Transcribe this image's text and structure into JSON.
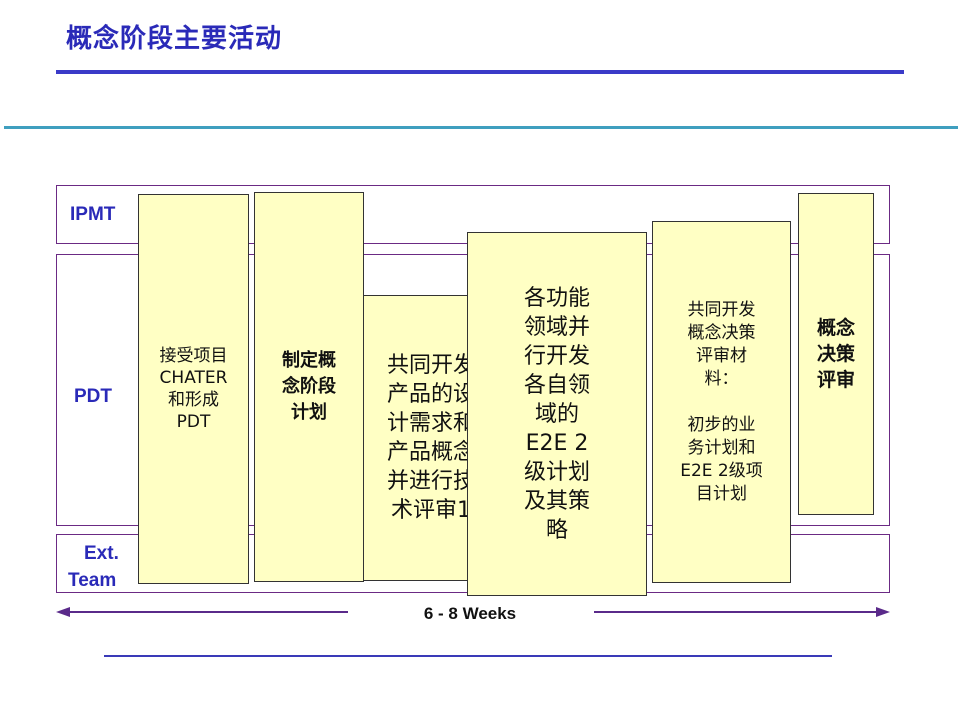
{
  "title": "概念阶段主要活动",
  "lanes": {
    "ipmt": "IPMT",
    "pdt": "PDT",
    "ext_line1": "Ext.",
    "ext_line2": "Team"
  },
  "activities": [
    {
      "text": "接受项目\nCHATER\n和形成\nPDT"
    },
    {
      "text": "制定概\n念阶段\n计划"
    },
    {
      "text": "共同开发\n产品的设\n计需求和\n产品概念\n并进行技\n术评审1"
    },
    {
      "text": "各功能\n领域并\n行开发\n各自领\n域的\nE2E 2\n级计划\n及其策\n略"
    },
    {
      "text": "共同开发\n概念决策\n评审材\n料：\n\n初步的业\n务计划和\nE2E 2级项\n目计划"
    },
    {
      "text": "概念\n决策\n评审"
    }
  ],
  "duration": "6 - 8 Weeks",
  "colors": {
    "title": "#2a2ab8",
    "lane_border": "#6b2a84",
    "box_fill": "#ffffc4",
    "teal_rule": "#3f9fbf"
  }
}
